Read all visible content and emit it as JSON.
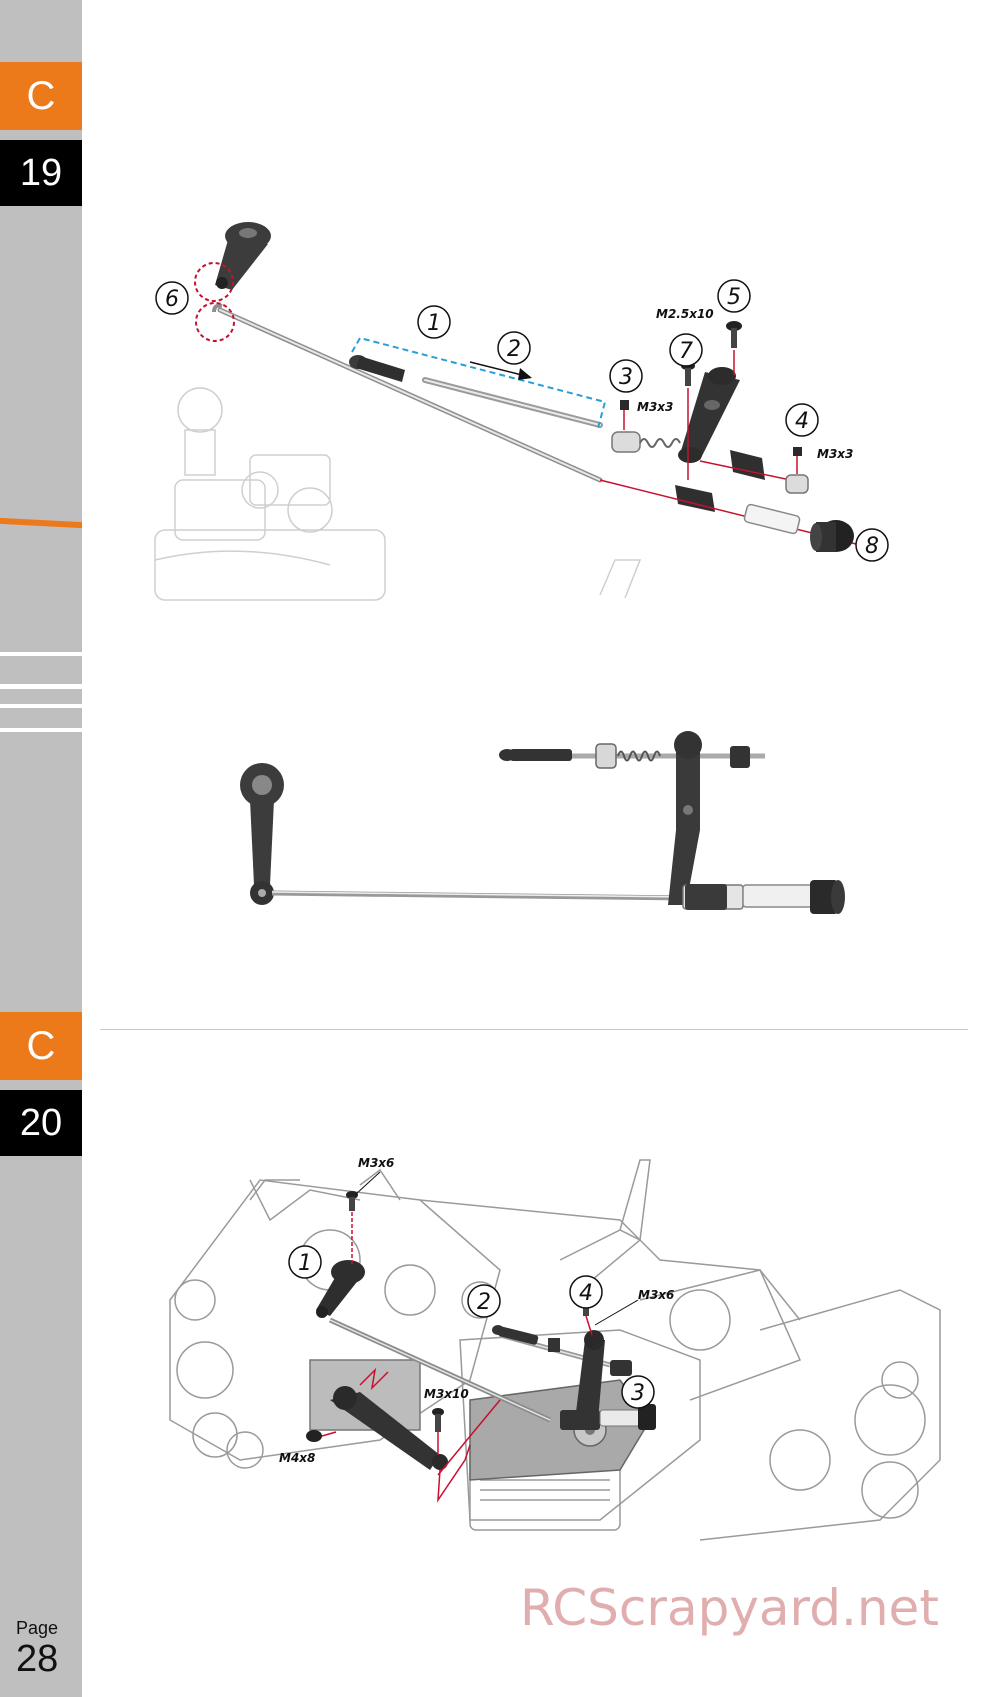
{
  "step_a": {
    "letter": "C",
    "number": "19"
  },
  "step_b": {
    "letter": "C",
    "number": "20"
  },
  "page": {
    "label": "Page",
    "number": "28"
  },
  "figure_19": {
    "callouts": [
      "1",
      "2",
      "3",
      "4",
      "5",
      "6",
      "7",
      "8"
    ],
    "hardware": {
      "m25x10": "M2.5x10",
      "m3x3_a": "M3x3",
      "m3x3_b": "M3x3"
    }
  },
  "figure_20": {
    "callouts": [
      "1",
      "2",
      "3",
      "4"
    ],
    "hardware": {
      "m3x6_a": "M3x6",
      "m3x6_b": "M3x6",
      "m3x10": "M3x10",
      "m4x8": "M4x8"
    }
  },
  "watermark": "RCScrapyard.net",
  "colors": {
    "orange": "#ec7a1a",
    "sidebar_gray": "#bfbfbf",
    "black": "#000000",
    "guide_red": "#c8102e",
    "guide_blue": "#2a9fd6"
  }
}
